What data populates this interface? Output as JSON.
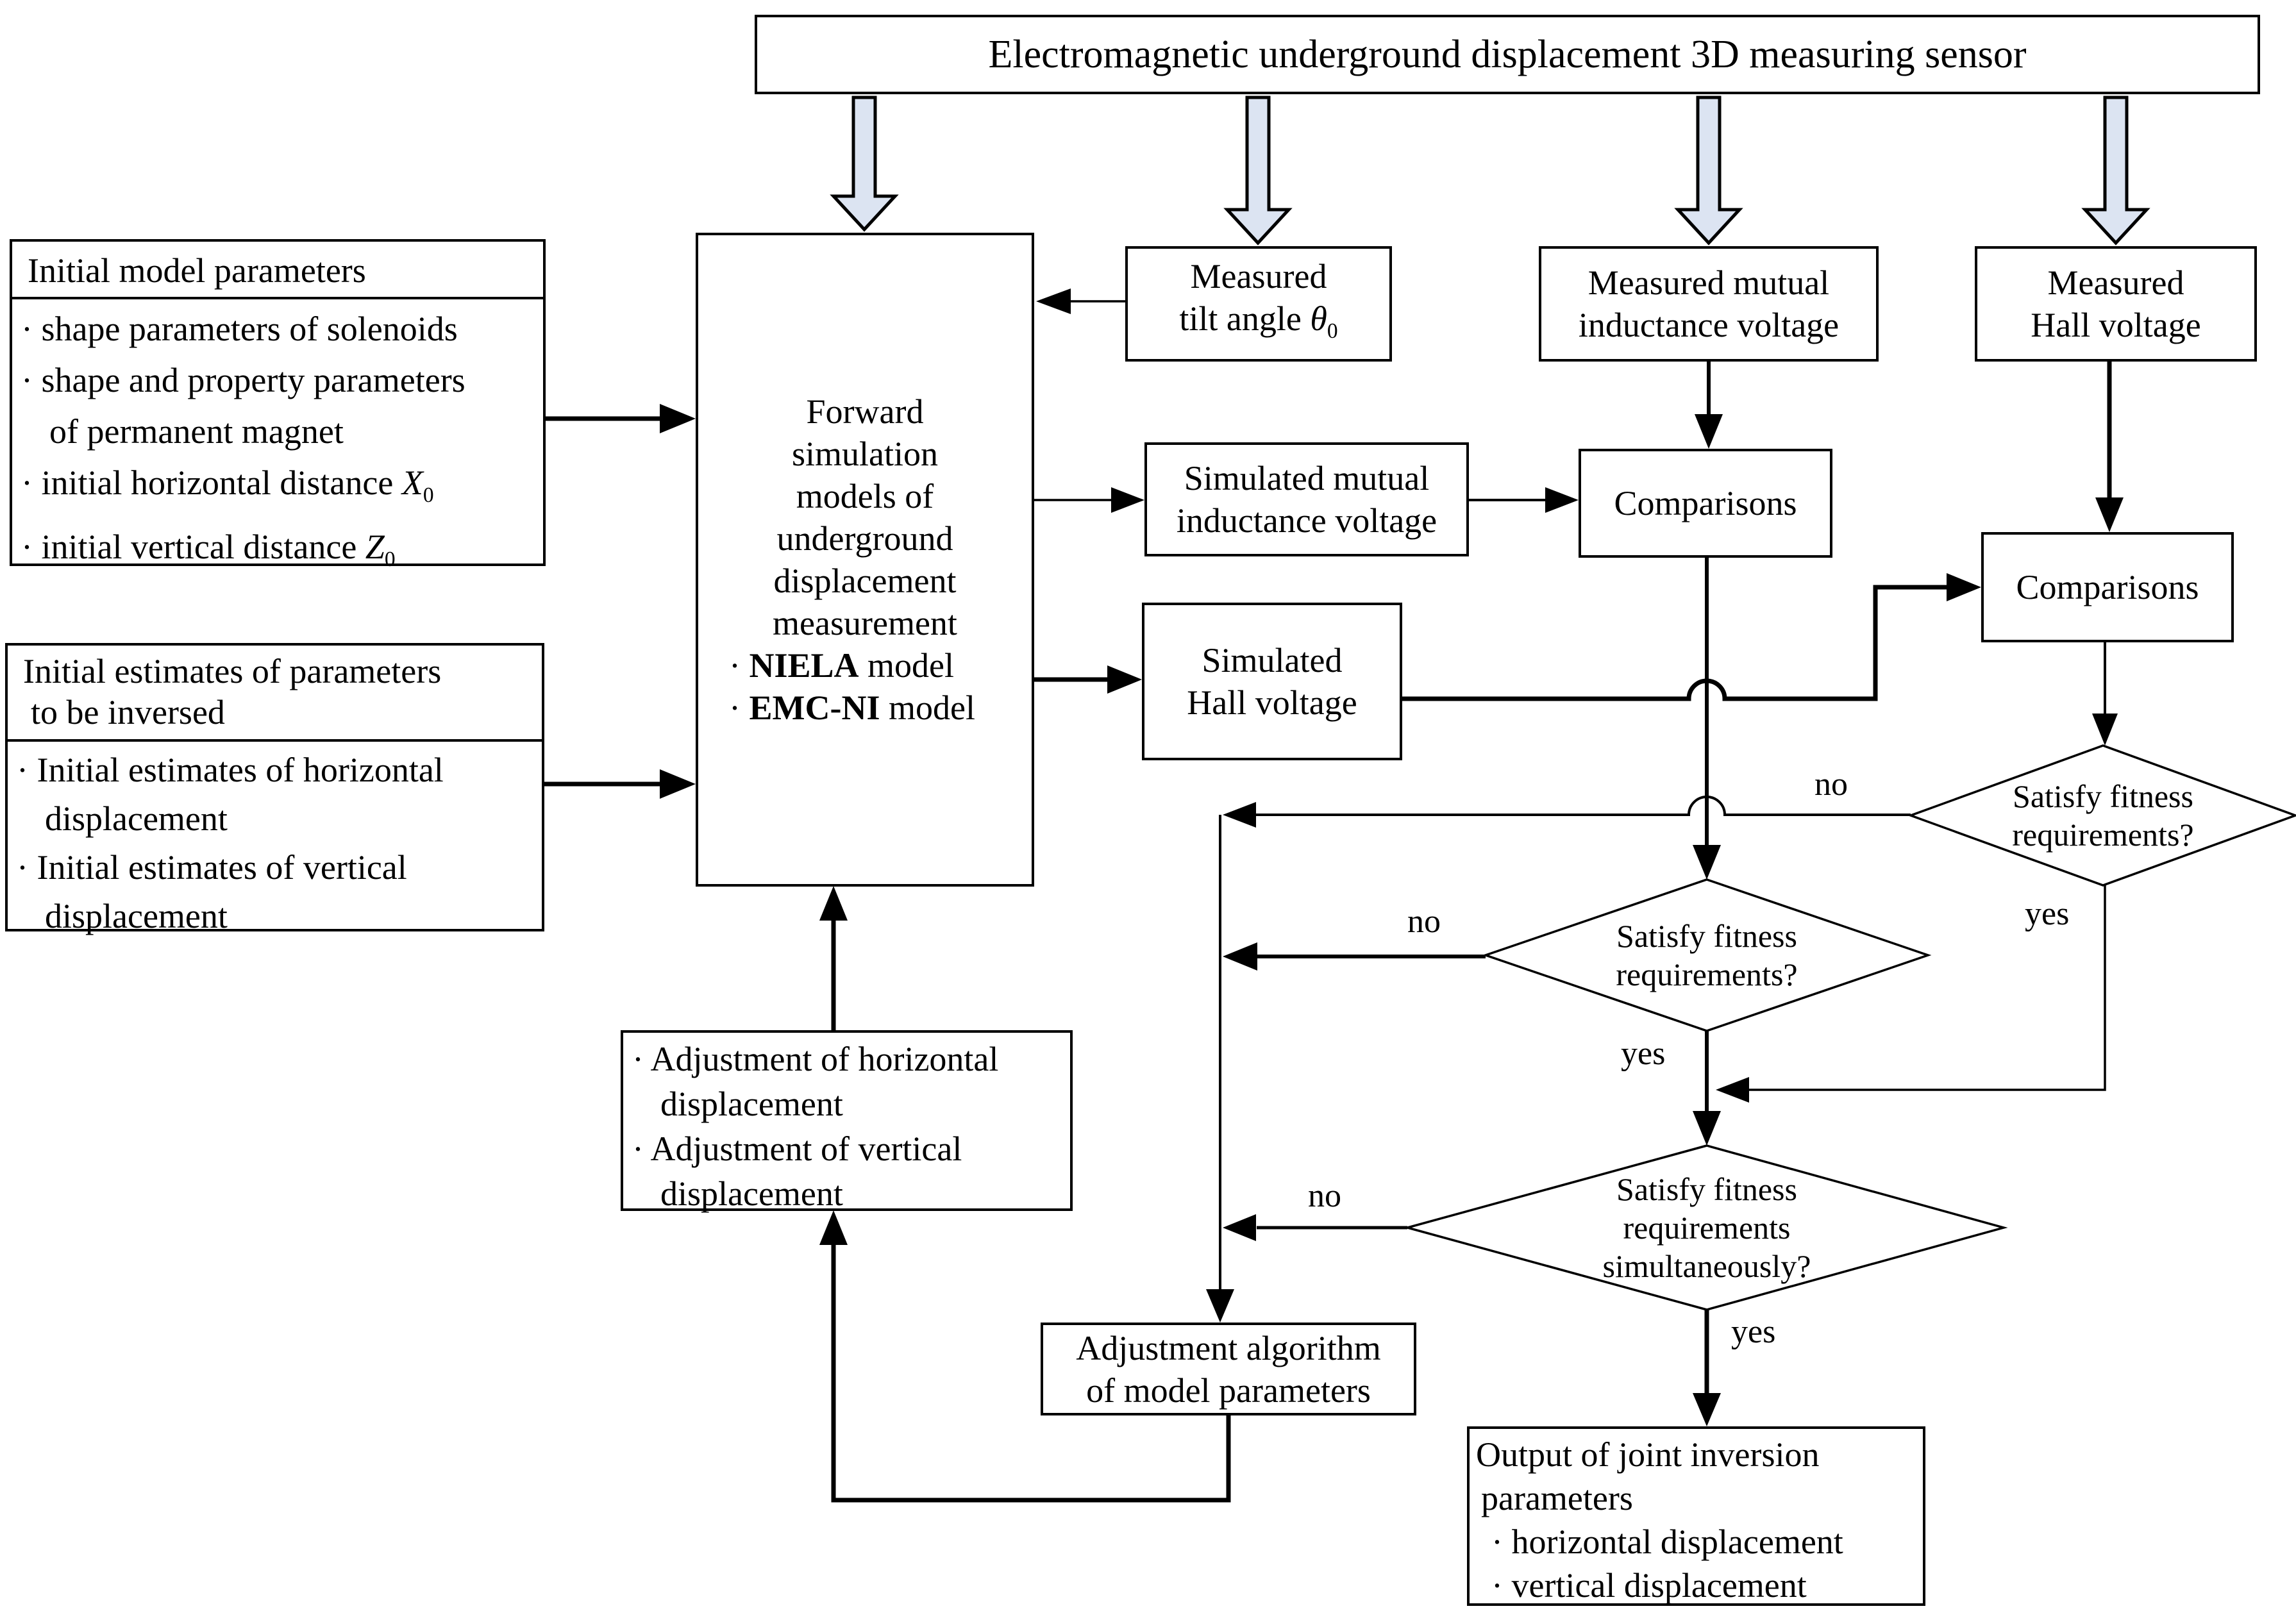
{
  "banner": {
    "title": "Electromagnetic underground displacement 3D measuring sensor"
  },
  "initial_model_parameters": {
    "title": "Initial model parameters",
    "b1": "· shape parameters of solenoids",
    "b2a": "· shape and property parameters",
    "b2b": "of permanent magnet",
    "b3_text": "· initial horizontal distance ",
    "b3_var": "X",
    "b3_sub": "0",
    "b4_text": "· initial vertical distance ",
    "b4_var": "Z",
    "b4_sub": "0"
  },
  "initial_estimates": {
    "title1": "Initial estimates of parameters",
    "title2": "to be inversed",
    "b1a": "· Initial estimates of horizontal",
    "b1b": "displacement",
    "b2a": "· Initial estimates of vertical",
    "b2b": "displacement"
  },
  "forward_model": {
    "l1": "Forward",
    "l2": "simulation",
    "l3": "models of",
    "l4": "underground",
    "l5": "displacement",
    "l6": "measurement",
    "b1_pre": "· ",
    "b1_bold": "NIELA",
    "b1_post": " model",
    "b2_pre": "· ",
    "b2_bold": "EMC-NI",
    "b2_post": " model"
  },
  "measured_tilt": {
    "l1": "Measured",
    "l2_text": "tilt angle ",
    "l2_var": "θ",
    "l2_sub": "0"
  },
  "measured_mutual": {
    "l1": "Measured mutual",
    "l2": "inductance voltage"
  },
  "measured_hall": {
    "l1": "Measured",
    "l2": "Hall voltage"
  },
  "simulated_mutual": {
    "l1": "Simulated mutual",
    "l2": "inductance voltage"
  },
  "simulated_hall": {
    "l1": "Simulated",
    "l2": "Hall voltage"
  },
  "comparisons1": {
    "label": "Comparisons"
  },
  "comparisons2": {
    "label": "Comparisons"
  },
  "diamond_right": {
    "l1": "Satisfy fitness",
    "l2": "requirements?",
    "no": "no",
    "yes": "yes"
  },
  "diamond_middle": {
    "l1": "Satisfy fitness",
    "l2": "requirements?",
    "no": "no",
    "yes": "yes"
  },
  "diamond_bottom": {
    "l1": "Satisfy fitness",
    "l2": "requirements",
    "l3": "simultaneously?",
    "no": "no",
    "yes": "yes"
  },
  "adjustment_displacement": {
    "b1a": "· Adjustment of horizontal",
    "b1b": "displacement",
    "b2a": "· Adjustment of vertical",
    "b2b": "displacement"
  },
  "adjustment_algorithm": {
    "l1": "Adjustment algorithm",
    "l2": "of model parameters"
  },
  "output": {
    "l1": "Output of joint inversion",
    "l2": "parameters",
    "b1": "· horizontal displacement",
    "b2": "· vertical displacement"
  },
  "colors": {
    "line": "#000000",
    "block_arrow_fill": "#dce4f2",
    "background": "#ffffff"
  }
}
